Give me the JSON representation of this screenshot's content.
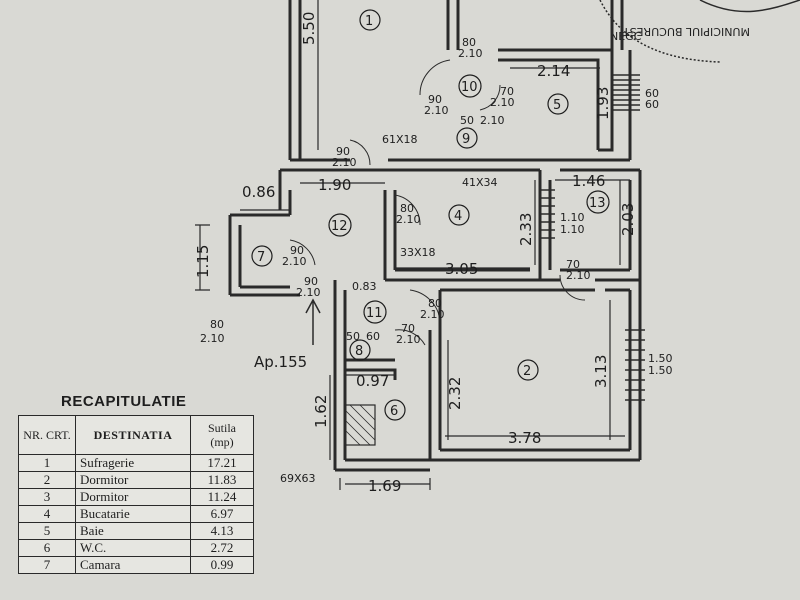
{
  "plan": {
    "rooms": [
      "1",
      "2",
      "4",
      "5",
      "6",
      "7",
      "8",
      "9",
      "10",
      "11",
      "12",
      "13"
    ],
    "dimensions": [
      "5.50",
      "2.14",
      "1.93",
      "60",
      "60",
      "1.90",
      "0.86",
      "1.46",
      "2.33",
      "2.03",
      "1.10",
      "1.10",
      "1.15",
      "3.05",
      "0.83",
      "3.13",
      "2.32",
      "1.50",
      "1.50",
      "0.97",
      "1.62",
      "3.78",
      "1.69"
    ],
    "doors": [
      "80",
      "2.10",
      "90",
      "2.10",
      "70",
      "2.10",
      "50",
      "2.10",
      "90",
      "2.10",
      "80",
      "2.10",
      "90",
      "2.10",
      "90",
      "2.10",
      "80",
      "2.10",
      "70",
      "2.10",
      "70",
      "2.10",
      "50",
      "60",
      "80",
      "2.10"
    ],
    "openings": [
      "61X18",
      "41X34",
      "33X18",
      "69X63"
    ],
    "apartment_label": "Ap.155",
    "stamp_text": "NEGC",
    "stamp_subtext": "MUNICIPIUL BUCURESTI"
  },
  "recap": {
    "title": "RECAPITULATIE",
    "headers": {
      "nr": "NR. CRT.",
      "destinatia": "DESTINATIA",
      "sutila": "Sutila (mp)"
    },
    "rows": [
      {
        "nr": "1",
        "destinatia": "Sufragerie",
        "sutila": "17.21"
      },
      {
        "nr": "2",
        "destinatia": "Dormitor",
        "sutila": "11.83"
      },
      {
        "nr": "3",
        "destinatia": "Dormitor",
        "sutila": "11.24"
      },
      {
        "nr": "4",
        "destinatia": "Bucatarie",
        "sutila": "6.97"
      },
      {
        "nr": "5",
        "destinatia": "Baie",
        "sutila": "4.13"
      },
      {
        "nr": "6",
        "destinatia": "W.C.",
        "sutila": "2.72"
      },
      {
        "nr": "7",
        "destinatia": "Camara",
        "sutila": "0.99"
      }
    ]
  }
}
